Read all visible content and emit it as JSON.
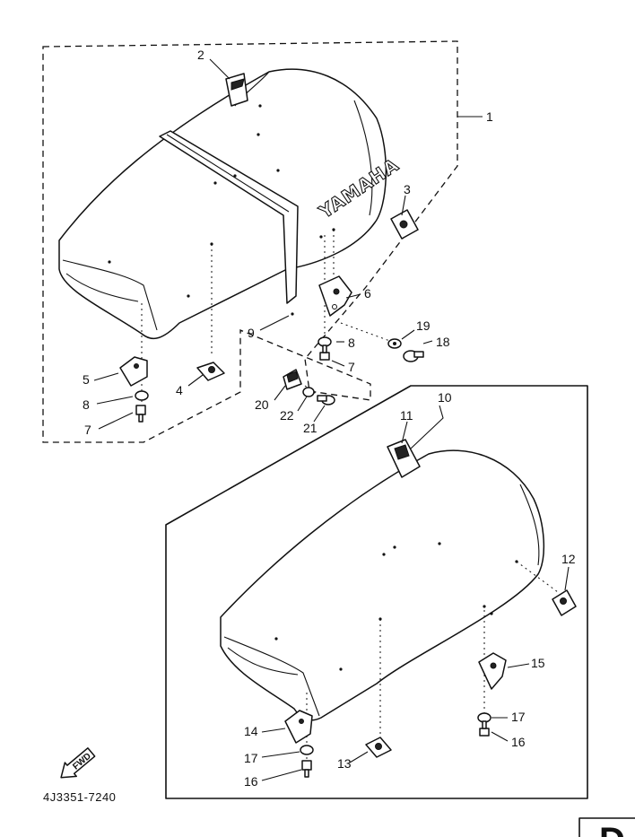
{
  "diagram": {
    "drawing_code": "4J3351-7240",
    "brand_text": "YAMAHA",
    "fwd_text": "FWD",
    "corner_mark": "D"
  },
  "callouts": [
    {
      "id": "c1",
      "text": "1"
    },
    {
      "id": "c2",
      "text": "2"
    },
    {
      "id": "c3",
      "text": "3"
    },
    {
      "id": "c4",
      "text": "4"
    },
    {
      "id": "c5",
      "text": "5"
    },
    {
      "id": "c6",
      "text": "6"
    },
    {
      "id": "c7a",
      "text": "7"
    },
    {
      "id": "c7b",
      "text": "7"
    },
    {
      "id": "c8a",
      "text": "8"
    },
    {
      "id": "c8b",
      "text": "8"
    },
    {
      "id": "c9",
      "text": "9"
    },
    {
      "id": "c10",
      "text": "10"
    },
    {
      "id": "c11",
      "text": "11"
    },
    {
      "id": "c12",
      "text": "12"
    },
    {
      "id": "c13",
      "text": "13"
    },
    {
      "id": "c14",
      "text": "14"
    },
    {
      "id": "c15",
      "text": "15"
    },
    {
      "id": "c16a",
      "text": "16"
    },
    {
      "id": "c16b",
      "text": "16"
    },
    {
      "id": "c17a",
      "text": "17"
    },
    {
      "id": "c17b",
      "text": "17"
    },
    {
      "id": "c18",
      "text": "18"
    },
    {
      "id": "c19",
      "text": "19"
    },
    {
      "id": "c20",
      "text": "20"
    },
    {
      "id": "c21",
      "text": "21"
    },
    {
      "id": "c22",
      "text": "22"
    }
  ]
}
